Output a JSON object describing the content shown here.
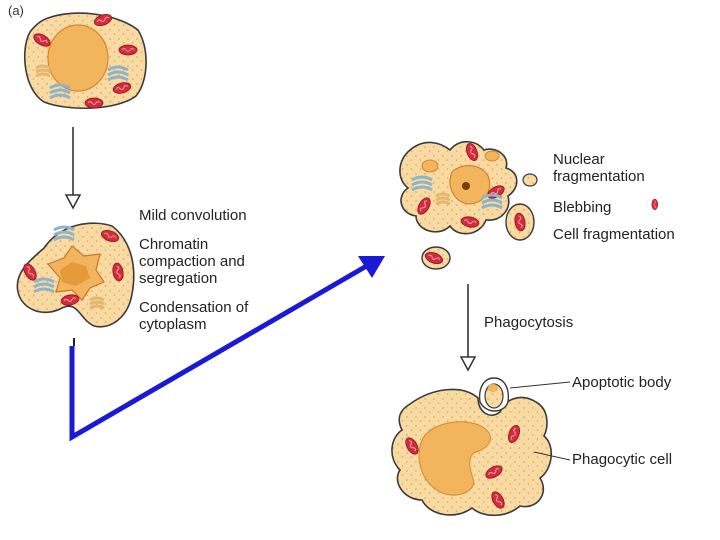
{
  "panel_label": "(a)",
  "stage2_labels": {
    "convolution": "Mild convolution",
    "chromatin": "Chromatin\ncompaction and\nsegregation",
    "condensation": "Condensation of\ncytoplasm"
  },
  "stage3_labels": {
    "nuclear": "Nuclear\nfragmentation",
    "blebbing": "Blebbing",
    "cell_frag": "Cell fragmentation"
  },
  "step_label": "Phagocytosis",
  "stage4_labels": {
    "apoptotic": "Apoptotic body",
    "phagocytic": "Phagocytic cell"
  },
  "colors": {
    "cytoplasm": "#f8dba3",
    "cytoplasm_dots": "#e8a868",
    "outline": "#3a3a3a",
    "nucleus": "#f2b45c",
    "nucleus_dark": "#e59a3a",
    "mitochondria": "#d42c3c",
    "er": "#8fb4c9",
    "golgi": "#e4b86f",
    "blue_arrow": "#1a1ad6"
  }
}
